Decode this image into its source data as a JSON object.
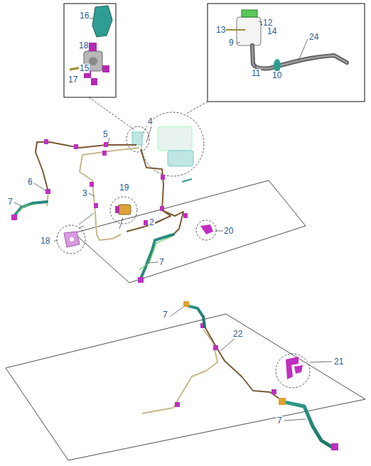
{
  "diagram": {
    "labels": [
      "16",
      "18",
      "15",
      "17",
      "12",
      "13",
      "14",
      "9",
      "24",
      "11",
      "10",
      "4",
      "5",
      "6",
      "7",
      "19",
      "3",
      "2",
      "20",
      "18",
      "7",
      "7",
      "22",
      "21",
      "7"
    ]
  }
}
